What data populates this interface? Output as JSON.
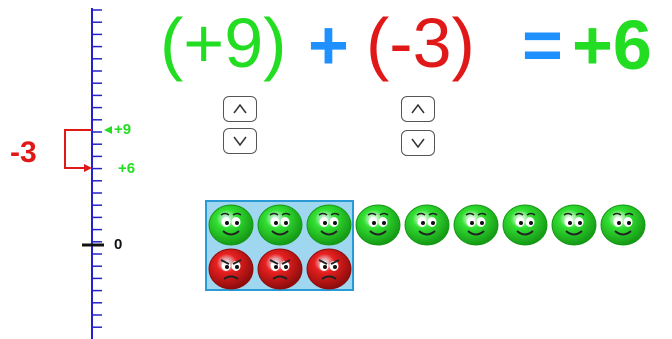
{
  "equation": {
    "first_term": "(+9)",
    "plus_operator": "+",
    "second_term": "(-3)",
    "equals": "=",
    "result": "+6"
  },
  "spinners": {
    "first_up_glyph": "^",
    "first_down_glyph": "v",
    "second_up_glyph": "^",
    "second_down_glyph": "v"
  },
  "number_line": {
    "start_label": "+9",
    "end_label": "+6",
    "zero_label": "0",
    "jump_label": "-3"
  },
  "counters": {
    "positive_count": 9,
    "negative_count": 3,
    "zero_pairs": 3
  },
  "colors": {
    "positive": "#22dd22",
    "negative": "#e01818",
    "operator": "#1e90ff",
    "axis": "#2222cc",
    "tray_fill": "#9fd6f0",
    "tray_border": "#2a9ad6"
  }
}
